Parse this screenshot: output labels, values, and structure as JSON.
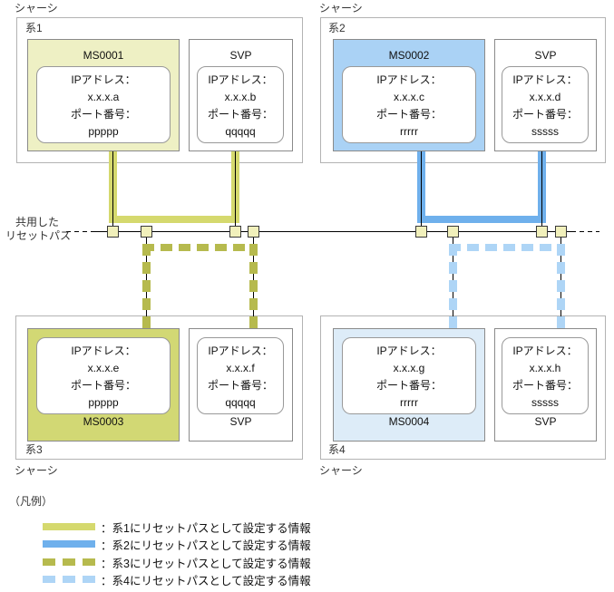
{
  "diagram": {
    "chassis": [
      {
        "outer_label": "シャーシ",
        "system_label": "系1",
        "ms": {
          "title": "MS0001",
          "lines": [
            "IPアドレス：",
            "x.x.x.a",
            "ポート番号：",
            "ppppp"
          ]
        },
        "svp": {
          "title": "SVP",
          "lines": [
            "IPアドレス：",
            "x.x.x.b",
            "ポート番号：",
            "qqqqq"
          ]
        }
      },
      {
        "outer_label": "シャーシ",
        "system_label": "系2",
        "ms": {
          "title": "MS0002",
          "lines": [
            "IPアドレス：",
            "x.x.x.c",
            "ポート番号：",
            "rrrrr"
          ]
        },
        "svp": {
          "title": "SVP",
          "lines": [
            "IPアドレス：",
            "x.x.x.d",
            "ポート番号：",
            "sssss"
          ]
        }
      },
      {
        "outer_label": "シャーシ",
        "system_label": "系3",
        "ms": {
          "title": "MS0003",
          "lines": [
            "IPアドレス：",
            "x.x.x.e",
            "ポート番号：",
            "ppppp"
          ]
        },
        "svp": {
          "title": "SVP",
          "lines": [
            "IPアドレス：",
            "x.x.x.f",
            "ポート番号：",
            "qqqqq"
          ]
        }
      },
      {
        "outer_label": "シャーシ",
        "system_label": "系4",
        "ms": {
          "title": "MS0004",
          "lines": [
            "IPアドレス：",
            "x.x.x.g",
            "ポート番号：",
            "rrrrr"
          ]
        },
        "svp": {
          "title": "SVP",
          "lines": [
            "IPアドレス：",
            "x.x.x.h",
            "ポート番号：",
            "sssss"
          ]
        }
      }
    ],
    "bus": {
      "label_line1": "共用した",
      "label_line2": "リセットパス"
    },
    "colors": {
      "kei1_path": "#d5d96e",
      "kei2_path": "#6fb0ec",
      "kei3_path": "#b6ba4e",
      "kei4_path": "#aed5f6",
      "ms0001_fill": "#eef0c4",
      "ms0002_fill": "#aad2f5",
      "ms0003_fill": "#d2d874",
      "ms0004_fill": "#ddecf8",
      "connector_fill": "#f1f0bb"
    }
  },
  "legend": {
    "title": "（凡例）",
    "items": [
      {
        "label": "：系1にリセットパスとして設定する情報",
        "color": "#d5d96e",
        "style": "solid"
      },
      {
        "label": "：系2にリセットパスとして設定する情報",
        "color": "#6fb0ec",
        "style": "solid"
      },
      {
        "label": "：系3にリセットパスとして設定する情報",
        "color": "#b6ba4e",
        "style": "dashed"
      },
      {
        "label": "：系4にリセットパスとして設定する情報",
        "color": "#aed5f6",
        "style": "dashed"
      }
    ]
  }
}
